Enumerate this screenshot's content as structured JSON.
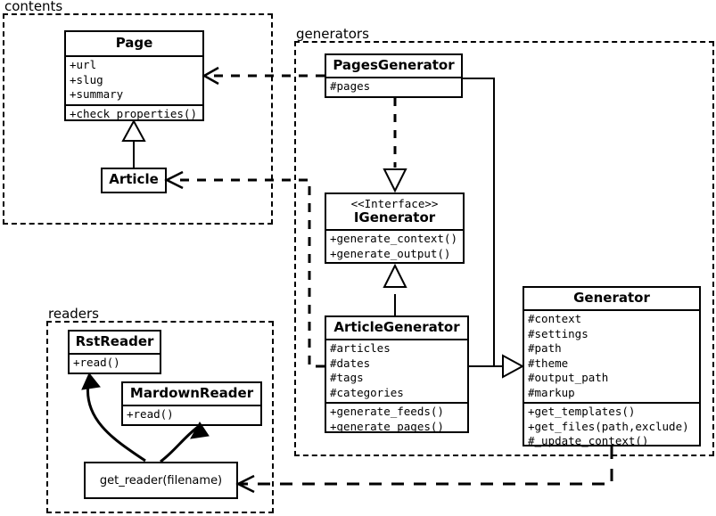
{
  "diagram": {
    "type": "uml-class-diagram",
    "title": "Pelican static site generator class diagram",
    "line_color": "#000000",
    "background_color": "#ffffff"
  },
  "packages": [
    {
      "id": "contents",
      "label": "contents"
    },
    {
      "id": "generators",
      "label": "generators"
    },
    {
      "id": "readers",
      "label": "readers"
    }
  ],
  "classes": {
    "page": {
      "name": "Page",
      "attributes": [
        "+url",
        "+slug",
        "+summary"
      ],
      "operations": [
        "+check_properties()"
      ]
    },
    "article": {
      "name": "Article",
      "attributes": [],
      "operations": []
    },
    "pages_generator": {
      "name": "PagesGenerator",
      "attributes": [
        "#pages"
      ],
      "operations": []
    },
    "igenerator": {
      "stereotype": "<<Interface>>",
      "name": "IGenerator",
      "attributes": [],
      "operations": [
        "+generate_context()",
        "+generate_output()"
      ]
    },
    "article_generator": {
      "name": "ArticleGenerator",
      "attributes": [
        "#articles",
        "#dates",
        "#tags",
        "#categories"
      ],
      "operations": [
        "+generate_feeds()",
        "+generate_pages()"
      ]
    },
    "generator": {
      "name": "Generator",
      "attributes": [
        "#context",
        "#settings",
        "#path",
        "#theme",
        "#output_path",
        "#markup"
      ],
      "operations": [
        "+get_templates()",
        "+get_files(path,exclude)",
        "#_update_context()"
      ]
    },
    "rst_reader": {
      "name": "RstReader",
      "attributes": [],
      "operations": [
        "+read()"
      ]
    },
    "mardown_reader": {
      "name": "MardownReader",
      "attributes": [],
      "operations": [
        "+read()"
      ]
    },
    "get_reader": {
      "name": "get_reader(filename)"
    }
  },
  "relationships": [
    {
      "from": "Article",
      "to": "Page",
      "type": "generalization",
      "style": "solid-hollow-triangle"
    },
    {
      "from": "PagesGenerator",
      "to": "IGenerator",
      "type": "realization",
      "style": "dashed-hollow-triangle"
    },
    {
      "from": "ArticleGenerator",
      "to": "IGenerator",
      "type": "generalization",
      "style": "solid-hollow-triangle"
    },
    {
      "from": "PagesGenerator",
      "to": "Generator",
      "type": "generalization",
      "style": "solid-hollow-triangle"
    },
    {
      "from": "ArticleGenerator",
      "to": "Generator",
      "type": "generalization",
      "style": "solid-hollow-triangle"
    },
    {
      "from": "PagesGenerator",
      "to": "Page",
      "type": "dependency",
      "style": "dashed-open-arrow"
    },
    {
      "from": "ArticleGenerator",
      "to": "Article",
      "type": "dependency",
      "style": "dashed-open-arrow"
    },
    {
      "from": "Generator",
      "to": "get_reader(filename)",
      "type": "dependency",
      "style": "dashed-open-arrow"
    },
    {
      "from": "get_reader(filename)",
      "to": "RstReader",
      "type": "association",
      "style": "curved-open-arrow"
    },
    {
      "from": "get_reader(filename)",
      "to": "MardownReader",
      "type": "association",
      "style": "curved-open-arrow"
    }
  ]
}
